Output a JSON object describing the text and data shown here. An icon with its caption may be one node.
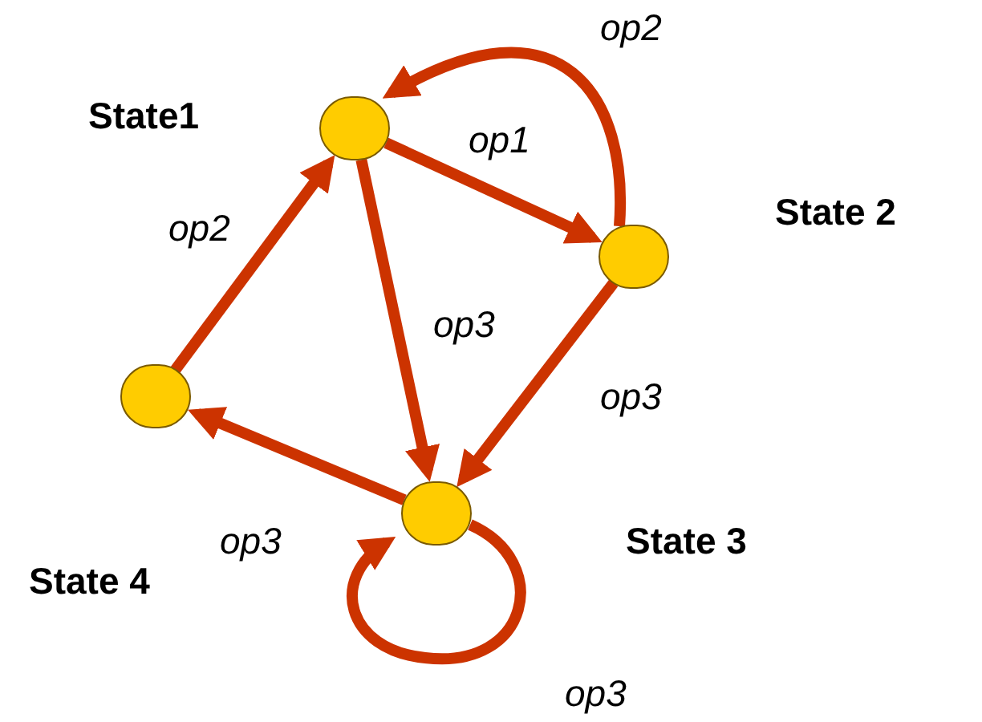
{
  "diagram": {
    "nodes": [
      {
        "text": [],
        "shape": "circle",
        "beside": [
          "State1"
        ]
      },
      {
        "text": [],
        "shape": "circle",
        "beside": [
          "State 2"
        ]
      },
      {
        "text": [],
        "shape": "circle"
      },
      {
        "text": [],
        "shape": "circle",
        "beside": [
          "State 4"
        ]
      }
    ],
    "edges": [
      {
        "from": 0,
        "to": 1,
        "arrow": "to",
        "label": "op1"
      },
      {
        "from": 1,
        "to": 0,
        "arrow": "to",
        "label": "op2"
      },
      {
        "from": 3,
        "to": 0,
        "arrow": "to",
        "label": "op2"
      },
      {
        "from": 0,
        "to": 2,
        "arrow": "to",
        "label": "op3"
      },
      {
        "from": 1,
        "to": 2,
        "arrow": "to",
        "label": "op3"
      },
      {
        "from": 2,
        "to": 3,
        "arrow": "to",
        "label": "op3"
      },
      {
        "from": 2,
        "to": 2,
        "arrow": "to",
        "label": "op3"
      }
    ],
    "labels": [
      "State 3"
    ]
  }
}
